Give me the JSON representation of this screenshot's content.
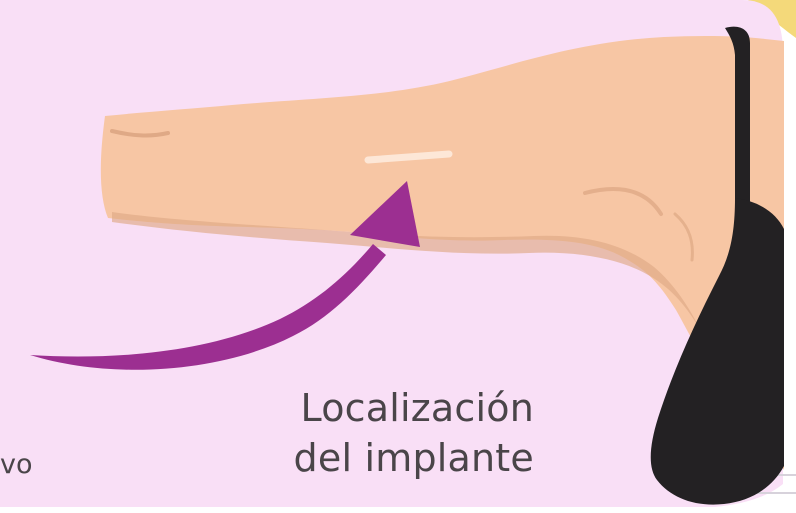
{
  "caption": {
    "line1": "Localización",
    "line2": "del implante"
  },
  "edge_text": "vo",
  "colors": {
    "panel": "#f9dff6",
    "skin": "#f7c6a4",
    "skin_shadow": "#dfa986",
    "bra": "#232123",
    "arrow": "#9c2f91",
    "scar": "#fde7d7",
    "text": "#4a4549",
    "yellow_accent": "#f4d97a",
    "border": "#d7d2db"
  }
}
